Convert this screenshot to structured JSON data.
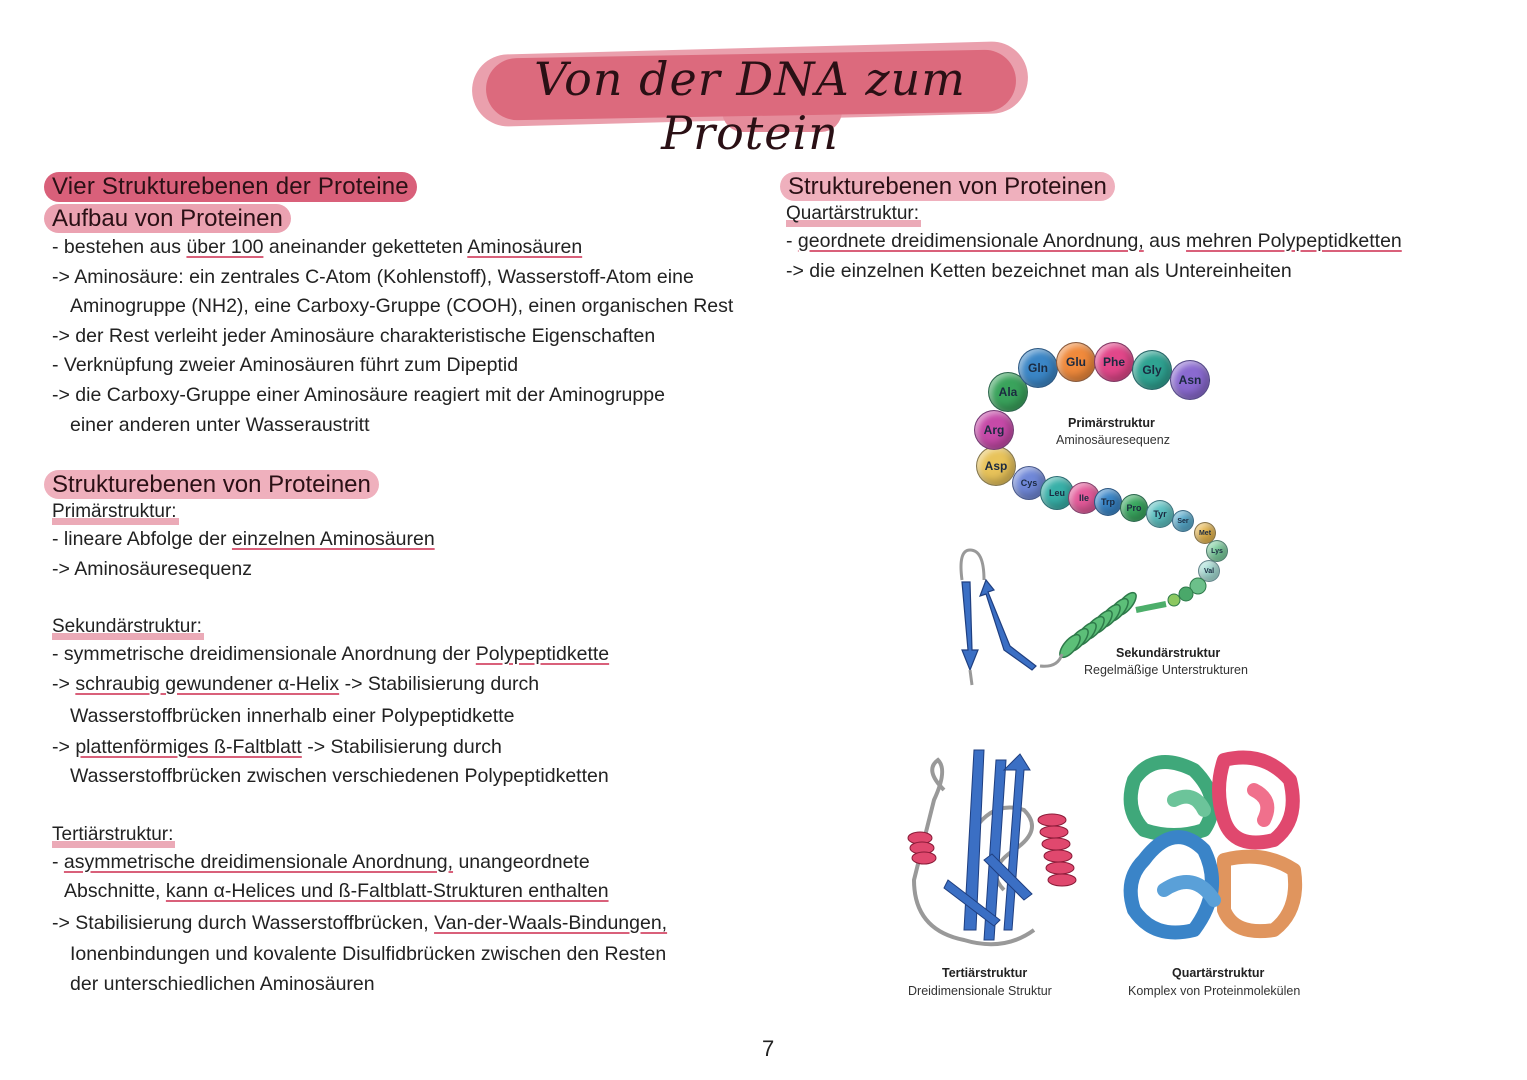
{
  "title": "Von der DNA zum Protein",
  "left": {
    "heading_main": "Vier Strukturebenen der Proteine",
    "section1": {
      "heading": "Aufbau von Proteinen",
      "lines": [
        {
          "prefix": "- bestehen aus ",
          "u1": "über 100",
          "mid": " aneinander geketteten ",
          "u2": "Aminosäuren",
          "rest": ""
        },
        {
          "text": "-> Aminosäure: ein zentrales C-Atom (Kohlenstoff), Wasserstoff-Atom eine"
        },
        {
          "text": "Aminogruppe (NH2), eine Carboxy-Gruppe (COOH), einen organischen Rest"
        },
        {
          "text": "-> der Rest verleiht jeder Aminosäure charakteristische Eigenschaften"
        },
        {
          "text": "- Verknüpfung zweier Aminosäuren führt zum Dipeptid"
        },
        {
          "text": "-> die Carboxy-Gruppe einer Aminosäure reagiert mit der Aminogruppe"
        },
        {
          "text": "einer anderen unter Wasseraustritt"
        }
      ]
    },
    "section2": {
      "heading": "Strukturebenen von Proteinen",
      "primaer": {
        "label": "Primärstruktur:",
        "l1_prefix": "- lineare Abfolge der ",
        "l1_u": "einzelnen Aminosäuren",
        "l2": "-> Aminosäuresequenz"
      },
      "sekundaer": {
        "label": "Sekundärstruktur:",
        "l1_prefix": "- symmetrische dreidimensionale Anordnung der ",
        "l1_u": "Polypeptidkette",
        "l2_prefix": "-> ",
        "l2_u": "schraubig gewundener α-Helix",
        "l2_rest": " -> Stabilisierung durch",
        "l3": "Wasserstoffbrücken innerhalb einer Polypeptidkette",
        "l4_prefix": "-> ",
        "l4_u": "plattenförmiges ß-Faltblatt",
        "l4_rest": " -> Stabilisierung durch",
        "l5": "Wasserstoffbrücken zwischen verschiedenen Polypeptidketten"
      },
      "tertiaer": {
        "label": "Tertiärstruktur:",
        "l1_prefix": "- ",
        "l1_u": "asymmetrische dreidimensionale Anordnung,",
        "l1_rest": " unangeordnete",
        "l2_prefix": "Abschnitte, ",
        "l2_u": "kann α-Helices und ß-Faltblatt-Strukturen enthalten",
        "l3_prefix": "-> Stabilisierung durch Wasserstoffbrücken, ",
        "l3_u": "Van-der-Waals-Bindungen,",
        "l4": "Ionenbindungen und kovalente Disulfidbrücken zwischen den Resten",
        "l5": "der unterschiedlichen Aminosäuren"
      }
    }
  },
  "right": {
    "heading": "Strukturebenen von Proteinen",
    "quartaer": {
      "label": "Quartärstruktur:",
      "l1_prefix": "- ",
      "l1_u1": "geordnete dreidimensionale Anordnung,",
      "l1_mid": " aus ",
      "l1_u2": "mehren Polypeptidketten",
      "l2": "-> die einzelnen Ketten bezeichnet man als Untereinheiten"
    },
    "diagram": {
      "amino_acids": [
        {
          "name": "Asp",
          "color": "#e8c35a"
        },
        {
          "name": "Arg",
          "color": "#c64aa8"
        },
        {
          "name": "Ala",
          "color": "#3aa35c"
        },
        {
          "name": "Gln",
          "color": "#3b86c6"
        },
        {
          "name": "Glu",
          "color": "#f08a3c"
        },
        {
          "name": "Phe",
          "color": "#e2478a"
        },
        {
          "name": "Gly",
          "color": "#2fa392"
        },
        {
          "name": "Asn",
          "color": "#8a6ad0"
        },
        {
          "name": "Cys",
          "color": "#7088d8"
        },
        {
          "name": "Leu",
          "color": "#38b0a8"
        },
        {
          "name": "Ile",
          "color": "#e45a9a"
        },
        {
          "name": "Trp",
          "color": "#3a86c8"
        },
        {
          "name": "Pro",
          "color": "#3aa860"
        },
        {
          "name": "Tyr",
          "color": "#5ec2c2"
        },
        {
          "name": "Ser",
          "color": "#5aaed0"
        },
        {
          "name": "Met",
          "color": "#e8b850"
        },
        {
          "name": "Lys",
          "color": "#7ed0a0"
        },
        {
          "name": "Val",
          "color": "#a8e0d8"
        }
      ],
      "primaer_title": "Primärstruktur",
      "primaer_sub": "Aminosäuresequenz",
      "sekundaer_title": "Sekundärstruktur",
      "sekundaer_sub": "Regelmäßige Unterstrukturen",
      "tertiaer_title": "Tertiärstruktur",
      "tertiaer_sub": "Dreidimensionale Struktur",
      "quartaer_title": "Quartärstruktur",
      "quartaer_sub": "Komplex von Proteinmolekülen"
    }
  },
  "page_number": "7",
  "colors": {
    "highlight_dark": "#d9607a",
    "highlight_light": "#eba2b1",
    "underline": "#d9607a",
    "helix_green": "#4cae6a",
    "sheet_blue": "#3b6fc4",
    "helix_pink": "#e0486e"
  }
}
